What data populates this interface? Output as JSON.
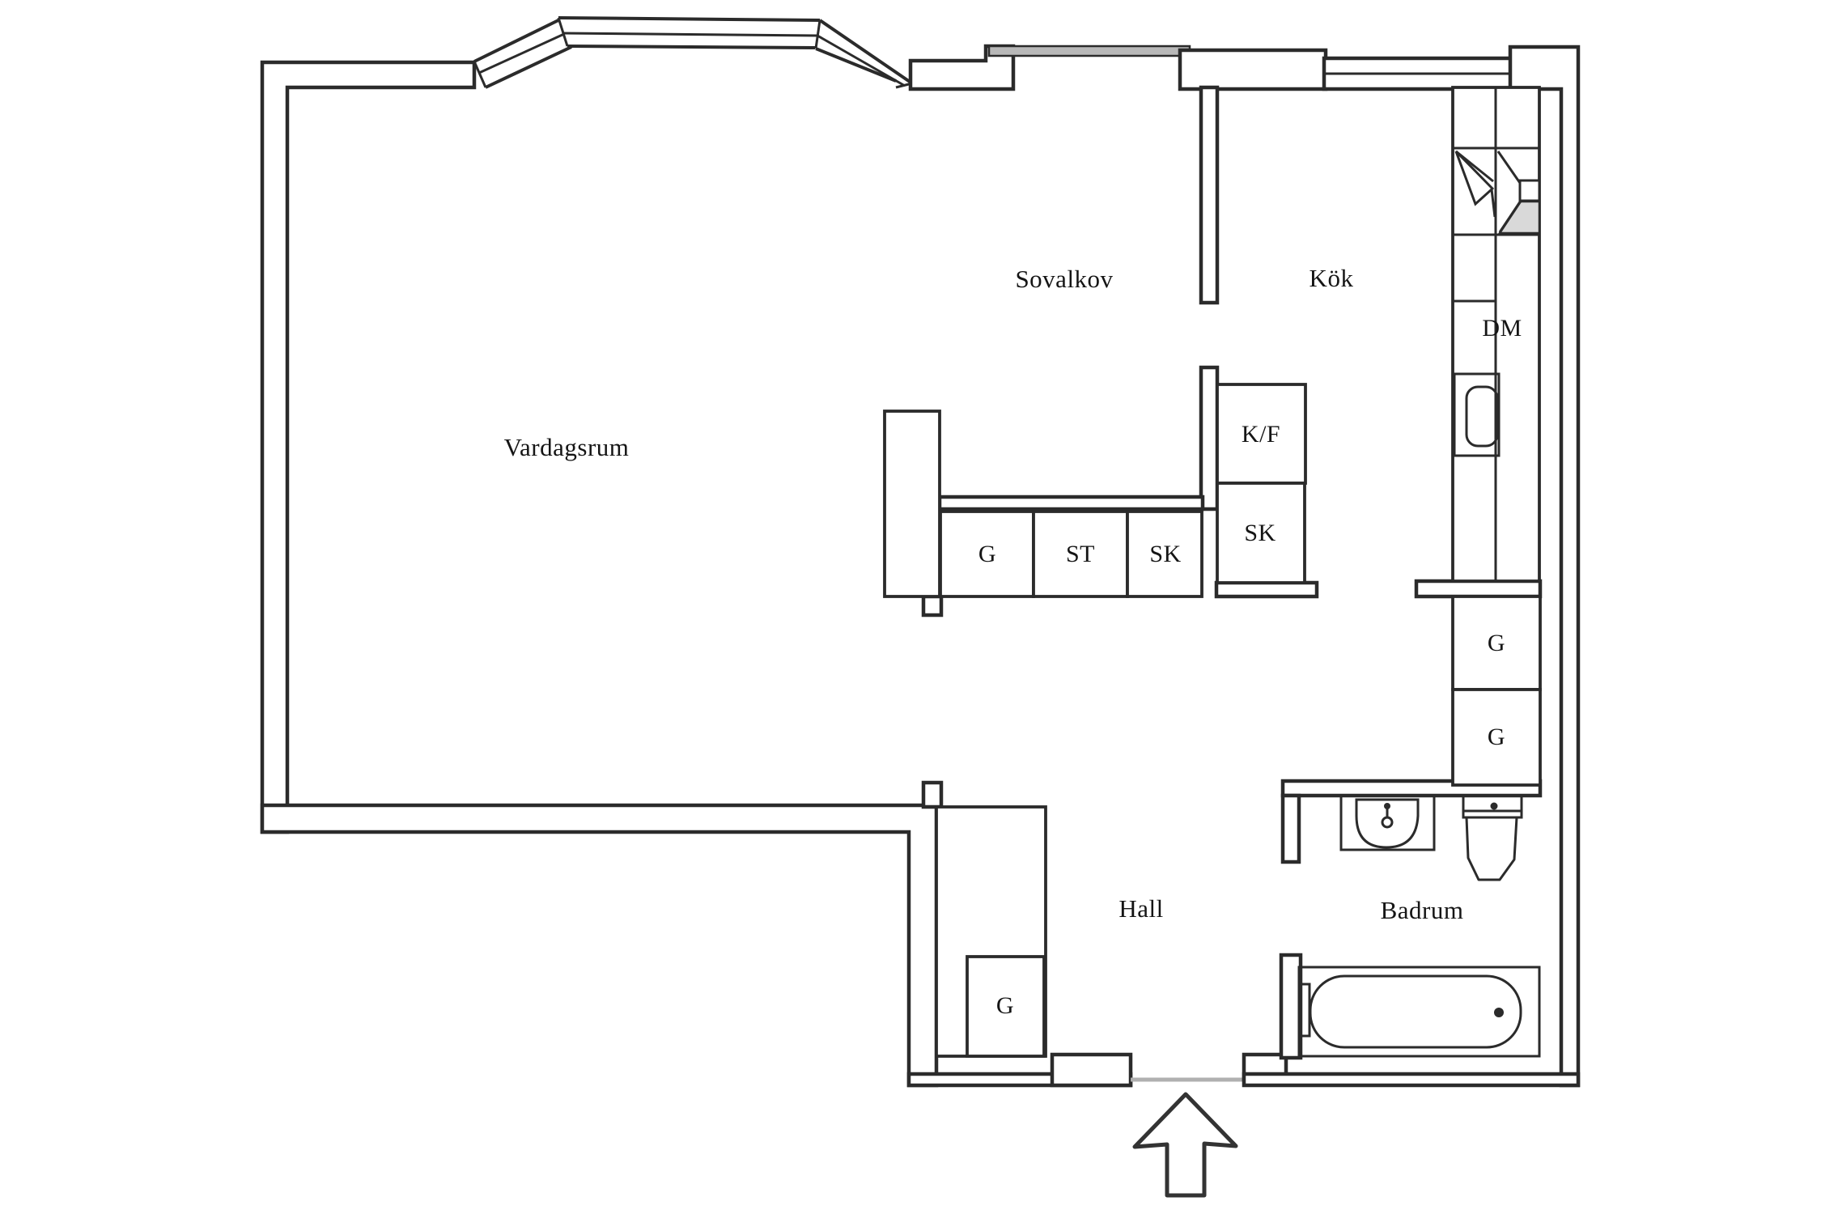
{
  "plan": {
    "rooms": {
      "vardagsrum": "Vardagsrum",
      "sovalkov": "Sovalkov",
      "kok": "Kök",
      "hall": "Hall",
      "badrum": "Badrum"
    },
    "fixtures": {
      "dm": "DM",
      "kf": "K/F",
      "sk_tall": "SK",
      "g_cabinet": "G",
      "st_cabinet": "ST",
      "sk_cabinet": "SK",
      "g_wardrobe_1": "G",
      "g_wardrobe_2": "G",
      "g_hall": "G"
    },
    "colors": {
      "wall": "#2b2b2b",
      "window_fill": "#b8b8b8",
      "shade_fill": "#d9d9d9",
      "threshold": "#b0b0b0"
    }
  }
}
